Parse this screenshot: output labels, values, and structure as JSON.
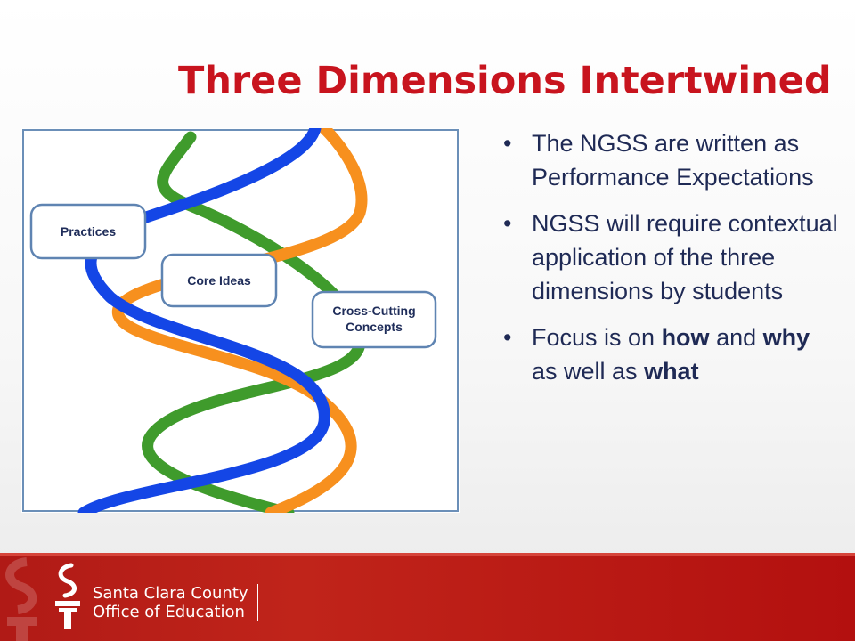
{
  "slide": {
    "title": "Three Dimensions Intertwined"
  },
  "diagram": {
    "labels": {
      "practices": "Practices",
      "core_ideas": "Core Ideas",
      "cross_cutting_line1": "Cross-Cutting",
      "cross_cutting_line2": "Concepts"
    },
    "colors": {
      "blue": "#1446e6",
      "orange": "#f7901e",
      "green": "#3f9b2c"
    }
  },
  "bullets": [
    {
      "text": "The NGSS are written as Performance Expectations"
    },
    {
      "text": "NGSS will require contextual application of the three dimensions by students"
    },
    {
      "p1": "Focus is on ",
      "b1": "how",
      "p2": " and ",
      "b2": "why",
      "p3": " as well as ",
      "b3": "what"
    }
  ],
  "footer": {
    "org_line1": "Santa Clara County",
    "org_line2": "Office of Education",
    "background_color": "#b8191a"
  }
}
